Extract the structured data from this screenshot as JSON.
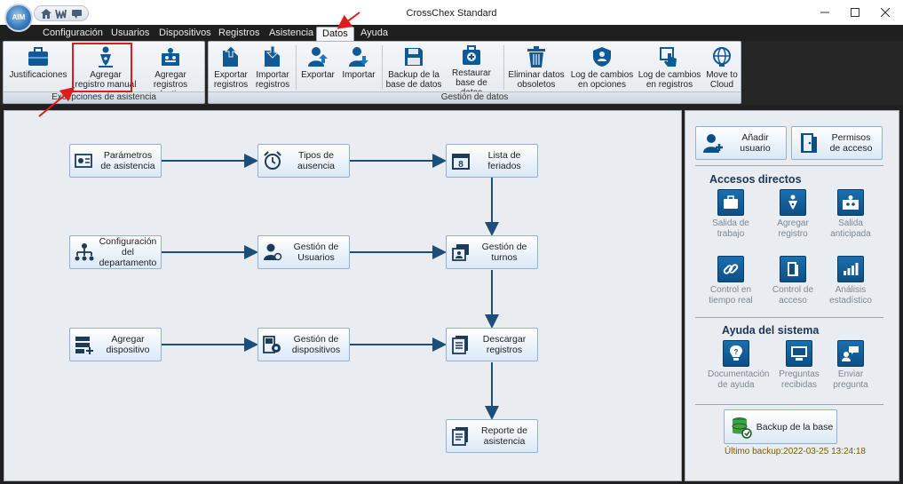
{
  "window": {
    "title": "CrossChex Standard",
    "logo_text": "AIM"
  },
  "tabs": [
    "Configuración",
    "Usuarios",
    "Dispositivos",
    "Registros",
    "Asistencia",
    "Datos",
    "Ayuda"
  ],
  "active_tab": "Datos",
  "ribbon": {
    "group1": {
      "label": "Excepciones de asistencia",
      "buttons": {
        "justificaciones": "Justificaciones",
        "agregar_manual": "Agregar\nregistro manual",
        "agregar_colectivos": "Agregar registros\ncolectivos"
      }
    },
    "group2": {
      "label": "Gestión de datos",
      "buttons": {
        "exportar_registros": "Exportar\nregistros",
        "importar_registros": "Importar\nregistros",
        "exportar": "Exportar",
        "importar": "Importar",
        "backup": "Backup de la\nbase de datos",
        "restaurar": "Restaurar\nbase de datos",
        "eliminar": "Eliminar datos\nobsoletos",
        "log_opciones": "Log de cambios\nen opciones",
        "log_registros": "Log de cambios\nen registros",
        "move_cloud": "Move to\nCloud"
      }
    }
  },
  "flow": {
    "parametros": "Parámetros\nde asistencia",
    "tipos": "Tipos de\nausencia",
    "feriados": "Lista de\nferiados",
    "departamento": "Configuración del\ndepartamento",
    "usuarios": "Gestión de\nUsuarios",
    "turnos": "Gestión de\nturnos",
    "agregar_dispositivo": "Agregar\ndispositivo",
    "dispositivos": "Gestión de\ndispositivos",
    "descargar": "Descargar\nregistros",
    "reporte": "Reporte de\nasistencia"
  },
  "side": {
    "add_user": "Añadir\nusuario",
    "access_perm": "Permisos\nde acceso",
    "shortcuts_title": "Accesos directos",
    "shortcuts": {
      "salida_trabajo": "Salida de\ntrabajo",
      "agregar_registro": "Agregar\nregistro",
      "salida_anticipada": "Salida\nanticipada",
      "control_tiempo_real": "Control en\ntiempo real",
      "control_acceso": "Control de\nacceso",
      "analisis": "Análisis\nestadístico"
    },
    "help_title": "Ayuda del sistema",
    "help": {
      "documentacion": "Documentación\nde ayuda",
      "preguntas": "Preguntas\nrecibidas",
      "enviar": "Enviar\npregunta"
    },
    "backup_button": "Backup de la base",
    "last_backup": "Último backup:2022-03-25 13:24:18"
  },
  "colors": {
    "annotation_red": "#e01b1b",
    "icon_blue": "#0d4f86",
    "arrow_blue": "#1b4e7a"
  }
}
